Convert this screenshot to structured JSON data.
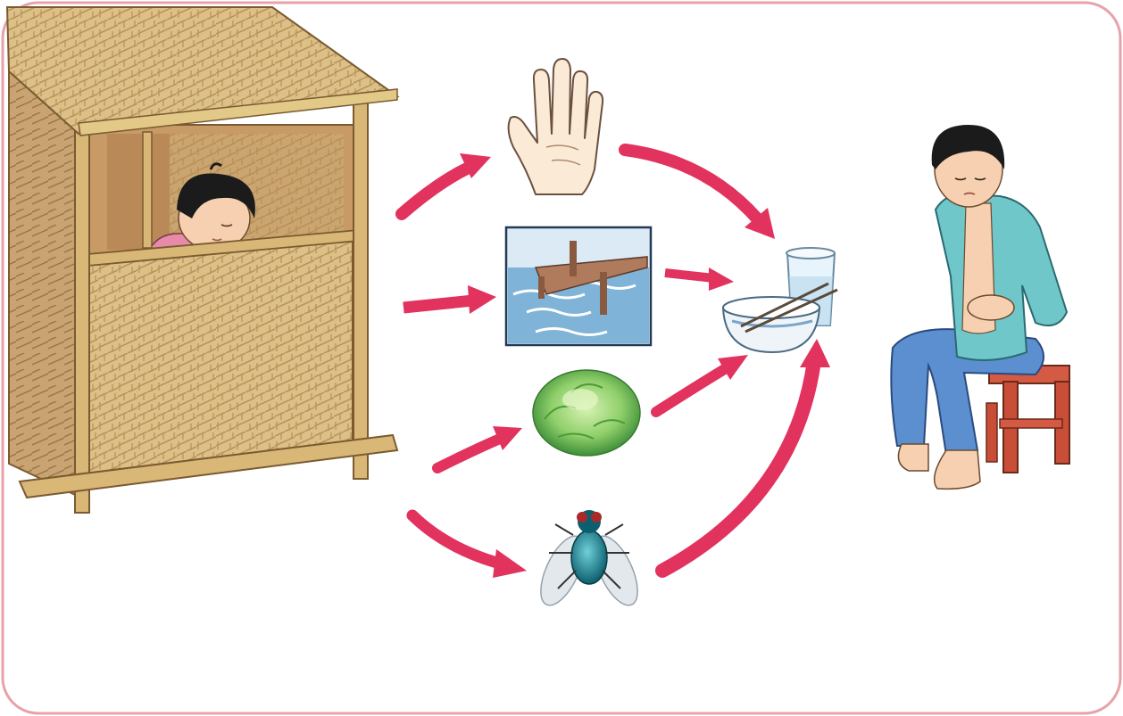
{
  "diagram": {
    "kind": "disease-transmission-illustration",
    "nodes": [
      {
        "id": "latrine",
        "icon": "bamboo-latrine-with-child-icon"
      },
      {
        "id": "hand",
        "icon": "hand-icon"
      },
      {
        "id": "water",
        "icon": "water-pond-with-jetty-icon"
      },
      {
        "id": "vegetable",
        "icon": "lettuce-icon"
      },
      {
        "id": "fly",
        "icon": "fly-icon"
      },
      {
        "id": "food",
        "icon": "bowl-and-glass-icon"
      },
      {
        "id": "sick-boy",
        "icon": "boy-with-stomachache-icon"
      }
    ],
    "edges": [
      {
        "from": "latrine",
        "to": "hand"
      },
      {
        "from": "latrine",
        "to": "water"
      },
      {
        "from": "latrine",
        "to": "vegetable"
      },
      {
        "from": "latrine",
        "to": "fly"
      },
      {
        "from": "hand",
        "to": "food"
      },
      {
        "from": "water",
        "to": "food"
      },
      {
        "from": "vegetable",
        "to": "food"
      },
      {
        "from": "fly",
        "to": "food"
      }
    ],
    "colors": {
      "frame": "#e7a2aa",
      "arrow": "#e2325e",
      "bamboo": "#d9b777",
      "water": "#7fb3d8",
      "lettuce": "#8fcf6a",
      "shirt": "#6fc7c9",
      "pants": "#5b8fd0",
      "stool": "#d55a43"
    }
  }
}
